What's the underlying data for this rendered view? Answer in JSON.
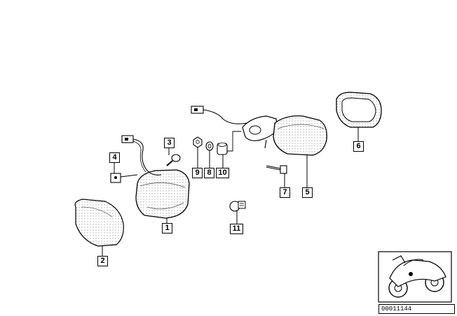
{
  "callouts": {
    "p1": "1",
    "p2": "2",
    "p3": "3",
    "p4": "4",
    "p5": "5",
    "p6": "6",
    "p7": "7",
    "p8": "8",
    "p9": "9",
    "p10": "10",
    "p11": "11"
  },
  "diagram_number": "00011144",
  "icons": {
    "thumbnail": "motorcycle-thumbnail-icon"
  },
  "colors": {
    "ink": "#000000",
    "background": "#ffffff",
    "part_shade": "#d9d9d9"
  }
}
